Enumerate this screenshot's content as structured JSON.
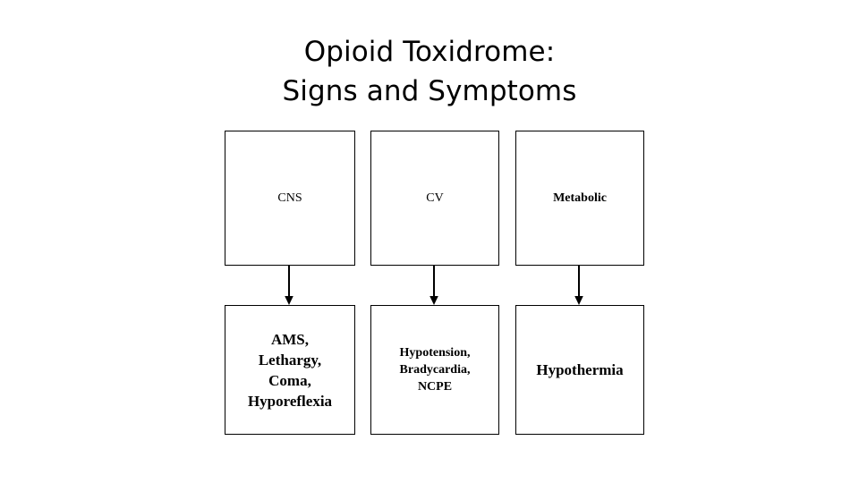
{
  "slide": {
    "background_color": "#ffffff",
    "text_color": "#000000",
    "title": {
      "line1": "Opioid Toxidrome:",
      "line2": "Signs and Symptoms"
    }
  },
  "diagram": {
    "type": "flow-columns",
    "columns": [
      {
        "id": "cns",
        "header": "CNS",
        "header_weight": "regular",
        "findings_text": "AMS,\nLethargy,\nComa,\nHyporeflexia",
        "findings": [
          "AMS,",
          "Lethargy,",
          "Coma,",
          "Hyporeflexia"
        ],
        "connector": "arrow-down"
      },
      {
        "id": "cv",
        "header": "CV",
        "header_weight": "regular",
        "findings_text": "Hypotension,\nBradycardia,\nNCPE",
        "findings": [
          "Hypotension,",
          "Bradycardia,",
          "NCPE"
        ],
        "connector": "arrow-down"
      },
      {
        "id": "metabolic",
        "header": "Metabolic",
        "header_weight": "bold",
        "findings_text": "Hypothermia",
        "findings": [
          "Hypothermia"
        ],
        "connector": "arrow-down"
      }
    ],
    "box_border_color": "#000000",
    "connector_color": "#000000"
  }
}
